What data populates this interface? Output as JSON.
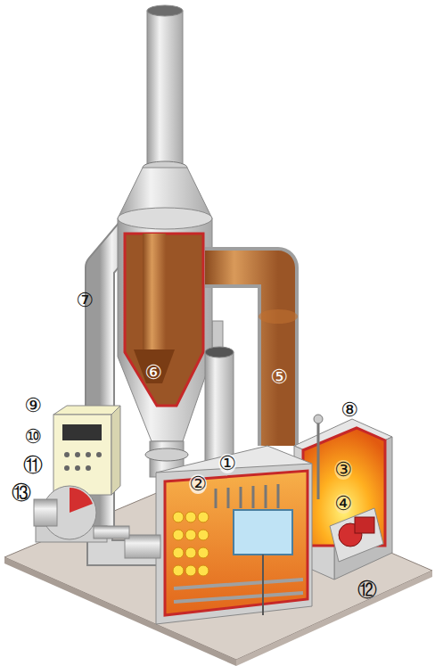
{
  "diagram": {
    "labels": [
      "⑦",
      "⑥",
      "⑤",
      "⑧",
      "⑨",
      "⑩",
      "⑪",
      "①",
      "②",
      "③",
      "④",
      "⑬",
      "⑫"
    ]
  }
}
